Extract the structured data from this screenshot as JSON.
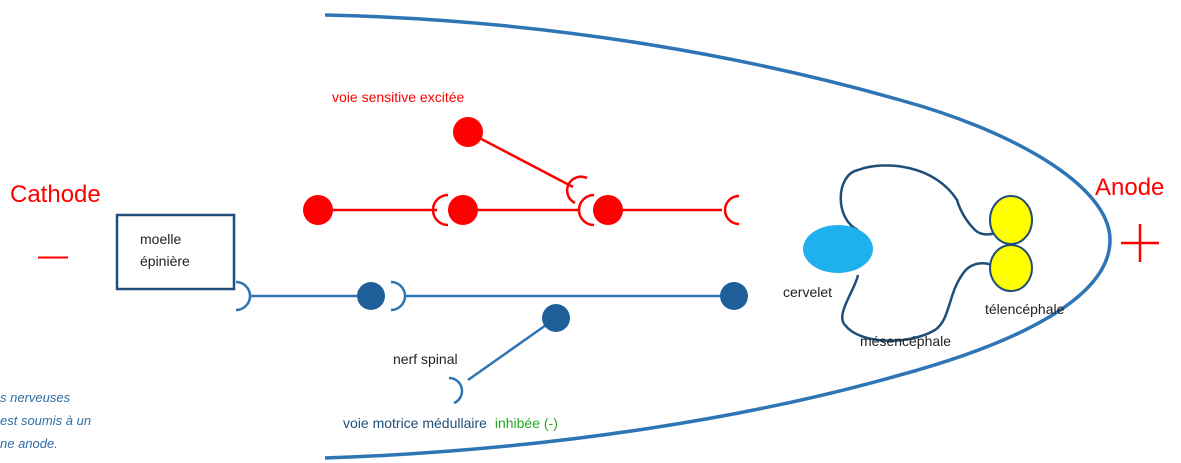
{
  "labels": {
    "cathode": "Cathode",
    "cathode_sign": "—",
    "anode": "Anode",
    "anode_sign": "+",
    "spinal_cord": [
      "moelle",
      "épinière"
    ],
    "sensory_path": "voie sensitive excitée",
    "spinal_nerve": "nerf spinal",
    "motor_path": "voie motrice médullaire",
    "motor_state": "inhibée (-)",
    "cerebellum": "cervelet",
    "midbrain": "mésencéphale",
    "telencephalon": "télencéphale"
  },
  "caption": [
    "s nerveuses",
    "est soumis à un",
    "ne anode."
  ],
  "colors": {
    "sensory": "#ff0000",
    "motor": "#2e75b6",
    "motor_node": "#1f5f99",
    "outline": "#1f4e79",
    "cerebellum_fill": "#1fb0f0",
    "telencephalon_fill": "#ffff00",
    "inhibited": "#22aa22",
    "caption": "#2e6da4"
  }
}
